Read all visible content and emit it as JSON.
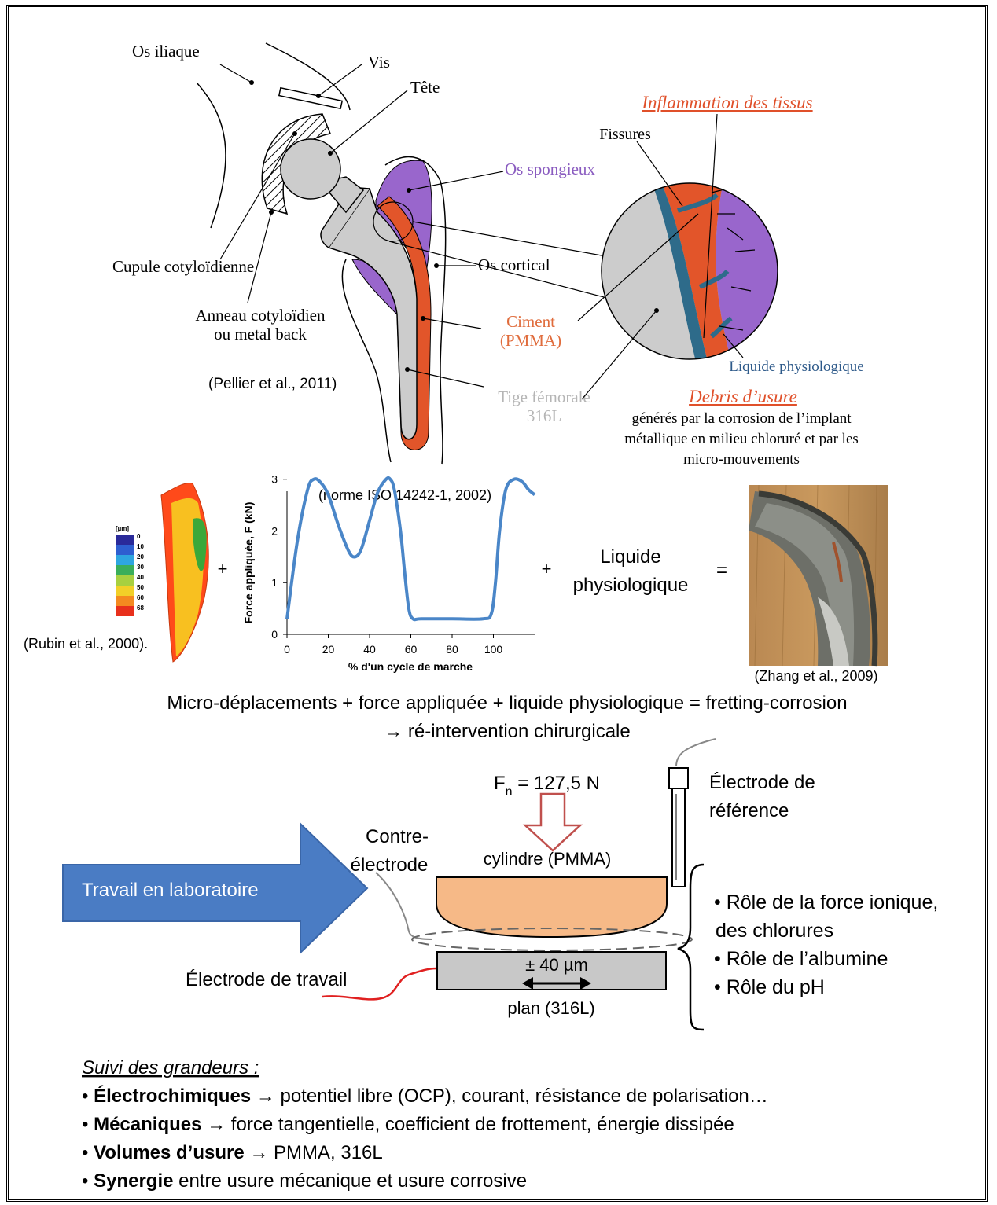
{
  "anatomy": {
    "labels": {
      "os_iliaque": "Os iliaque",
      "vis": "Vis",
      "tete": "Tête",
      "os_spongieux": "Os spongieux",
      "cupule": "Cupule cotyloïdienne",
      "os_cortical": "Os cortical",
      "anneau_1": "Anneau cotyloïdien",
      "anneau_2": "ou metal back",
      "ciment_1": "Ciment",
      "ciment_2": "(PMMA)",
      "tige_1": "Tige fémorale",
      "tige_2": "316L",
      "citation": "(Pellier et al., 2011)"
    },
    "zoom": {
      "inflammation": "Inflammation des tissus",
      "fissures": "Fissures",
      "liquide": "Liquide physiologique",
      "debris_title": "Debris d’usure",
      "debris_1": "générés par la corrosion de l’implant",
      "debris_2": "métallique en milieu chloruré et par les",
      "debris_3": "micro-mouvements"
    }
  },
  "equation_row": {
    "colorbar_unit": "[µm]",
    "colorbar_ticks": [
      "0",
      "10",
      "20",
      "30",
      "40",
      "50",
      "60",
      "68"
    ],
    "rubin_citation": "(Rubin et al., 2000).",
    "plus1": "+",
    "plus2": "+",
    "liquide_1": "Liquide",
    "liquide_2": "physiologique",
    "equals": "=",
    "zhang_citation": "(Zhang et al., 2009)"
  },
  "chart_data": {
    "type": "line",
    "title": "(norme ISO 14242-1, 2002)",
    "xlabel": "% d'un cycle de marche",
    "ylabel": "Force appliquée, F (kN)",
    "xlim": [
      0,
      120
    ],
    "ylim": [
      0,
      3.3
    ],
    "xticks": [
      "0",
      "20",
      "40",
      "60",
      "80",
      "100"
    ],
    "yticks": [
      "0",
      "1",
      "2",
      "3"
    ],
    "series": [
      {
        "color": "#4a86c8",
        "x": [
          0,
          5,
          10,
          13,
          16,
          20,
          25,
          30,
          33,
          36,
          40,
          44,
          48,
          50,
          52,
          55,
          57,
          59,
          61,
          65,
          80,
          95,
          99,
          101,
          103,
          106,
          110,
          114,
          117,
          120
        ],
        "y": [
          0.3,
          1.8,
          2.8,
          3.0,
          2.95,
          2.7,
          2.1,
          1.6,
          1.5,
          1.65,
          2.2,
          2.75,
          3.0,
          3.0,
          2.8,
          2.0,
          1.2,
          0.5,
          0.3,
          0.3,
          0.3,
          0.3,
          0.4,
          1.0,
          2.0,
          2.8,
          3.0,
          2.95,
          2.8,
          2.7
        ]
      }
    ]
  },
  "summary": {
    "line1": "Micro-déplacements + force appliquée + liquide physiologique = fretting-corrosion",
    "line2": "→ ré-intervention chirurgicale"
  },
  "lab": {
    "arrow_label": "Travail en laboratoire",
    "force_prefix": "F",
    "force_sub": "n",
    "force_value": " = 127,5 N",
    "ref_electrode_1": "Électrode de",
    "ref_electrode_2": "référence",
    "contre_1": "Contre-",
    "contre_2": "électrode",
    "cylindre": "cylindre (PMMA)",
    "amplitude": "± 40 µm",
    "plan": "plan (316L)",
    "travail_electrode": "Électrode de travail",
    "roles": [
      "• Rôle de la force ionique,",
      "des chlorures",
      "• Rôle de l’albumine",
      "• Rôle du pH"
    ]
  },
  "suivi": {
    "title": "Suivi des grandeurs :",
    "items": [
      {
        "bold": "Électrochimiques",
        "text": " → potentiel libre (OCP), courant, résistance de polarisation…"
      },
      {
        "bold": "Mécaniques",
        "text": " → force tangentielle, coefficient de frottement, énergie dissipée"
      },
      {
        "bold": "Volumes d’usure",
        "text": " → PMMA, 316L"
      },
      {
        "bold": "Synergie",
        "text": " entre usure mécanique et usure corrosive"
      }
    ]
  },
  "colors": {
    "ciment": "#e2552a",
    "spongieux": "#9966cc",
    "tige": "#cccccc",
    "liquide": "#2e6b8a",
    "inflammation": "#e0502a",
    "arrow": "#4a7cc4",
    "cylindre": "#f6b987",
    "curve": "#4a86c8"
  }
}
